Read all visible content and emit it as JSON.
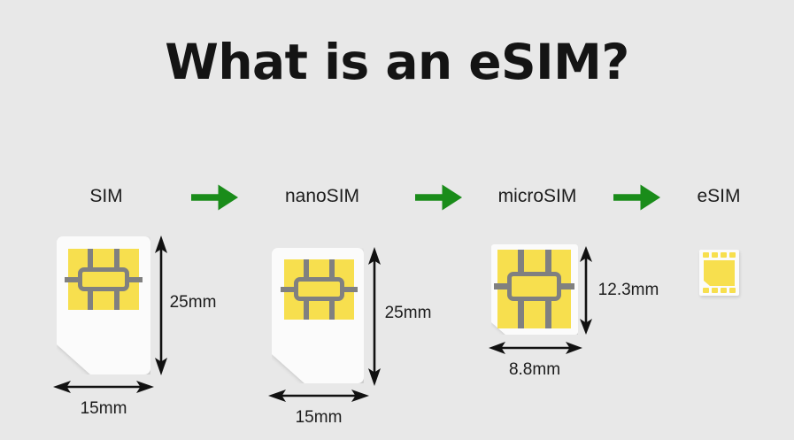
{
  "page": {
    "background_color": "#e8e8e8",
    "title": "What is an eSIM?"
  },
  "colors": {
    "arrow_green": "#1a8c1a",
    "chip_yellow": "#f7df4e",
    "chip_contact_gray": "#808080",
    "card_white": "#fbfbfb",
    "text_dark": "#1c1c1c",
    "title_black": "#141414"
  },
  "steps": [
    {
      "label": "SIM",
      "icon": "sim-card-icon",
      "height_label": "25mm",
      "width_label": "15mm"
    },
    {
      "label": "nanoSIM",
      "icon": "sim-card-icon",
      "height_label": "25mm",
      "width_label": "15mm"
    },
    {
      "label": "microSIM",
      "icon": "sim-card-icon",
      "height_label": "12.3mm",
      "width_label": "8.8mm"
    },
    {
      "label": "eSIM",
      "icon": "esim-chip-icon",
      "height_label": "",
      "width_label": ""
    }
  ],
  "arrows": [
    {
      "name": "arrow-sim-to-nanosim",
      "glyph": "right-arrow-icon"
    },
    {
      "name": "arrow-nanosim-to-microsim",
      "glyph": "right-arrow-icon"
    },
    {
      "name": "arrow-microsim-to-esim",
      "glyph": "right-arrow-icon"
    }
  ]
}
